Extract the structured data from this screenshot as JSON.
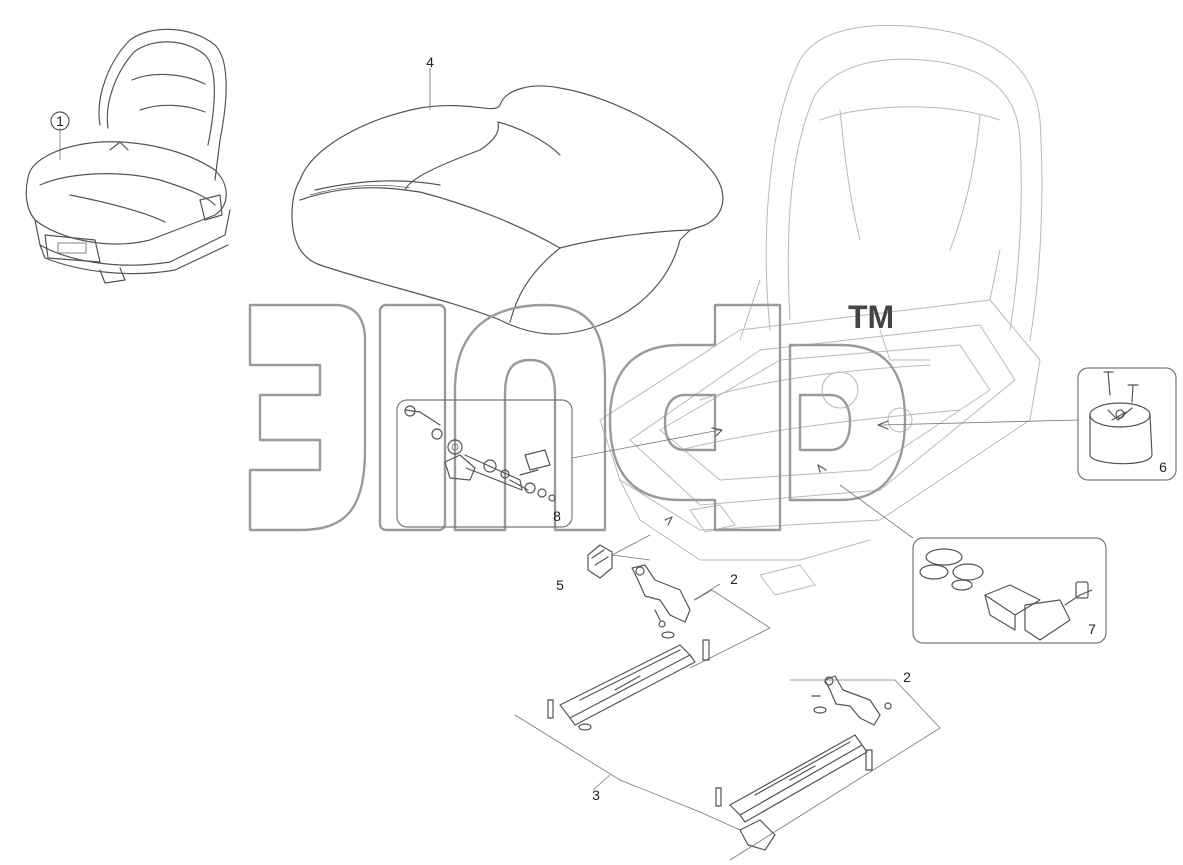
{
  "callouts": [
    {
      "id": "1",
      "label": "1"
    },
    {
      "id": "2a",
      "label": "2"
    },
    {
      "id": "2b",
      "label": "2"
    },
    {
      "id": "3",
      "label": "3"
    },
    {
      "id": "4",
      "label": "4"
    },
    {
      "id": "5",
      "label": "5"
    },
    {
      "id": "6",
      "label": "6"
    },
    {
      "id": "7",
      "label": "7"
    },
    {
      "id": "8",
      "label": "8"
    }
  ],
  "watermark": {
    "trademark": "TM"
  },
  "colors": {
    "line": "#555555",
    "faint": "#b9b9b9",
    "watermark": "#9a9a9a",
    "background": "#ffffff"
  }
}
